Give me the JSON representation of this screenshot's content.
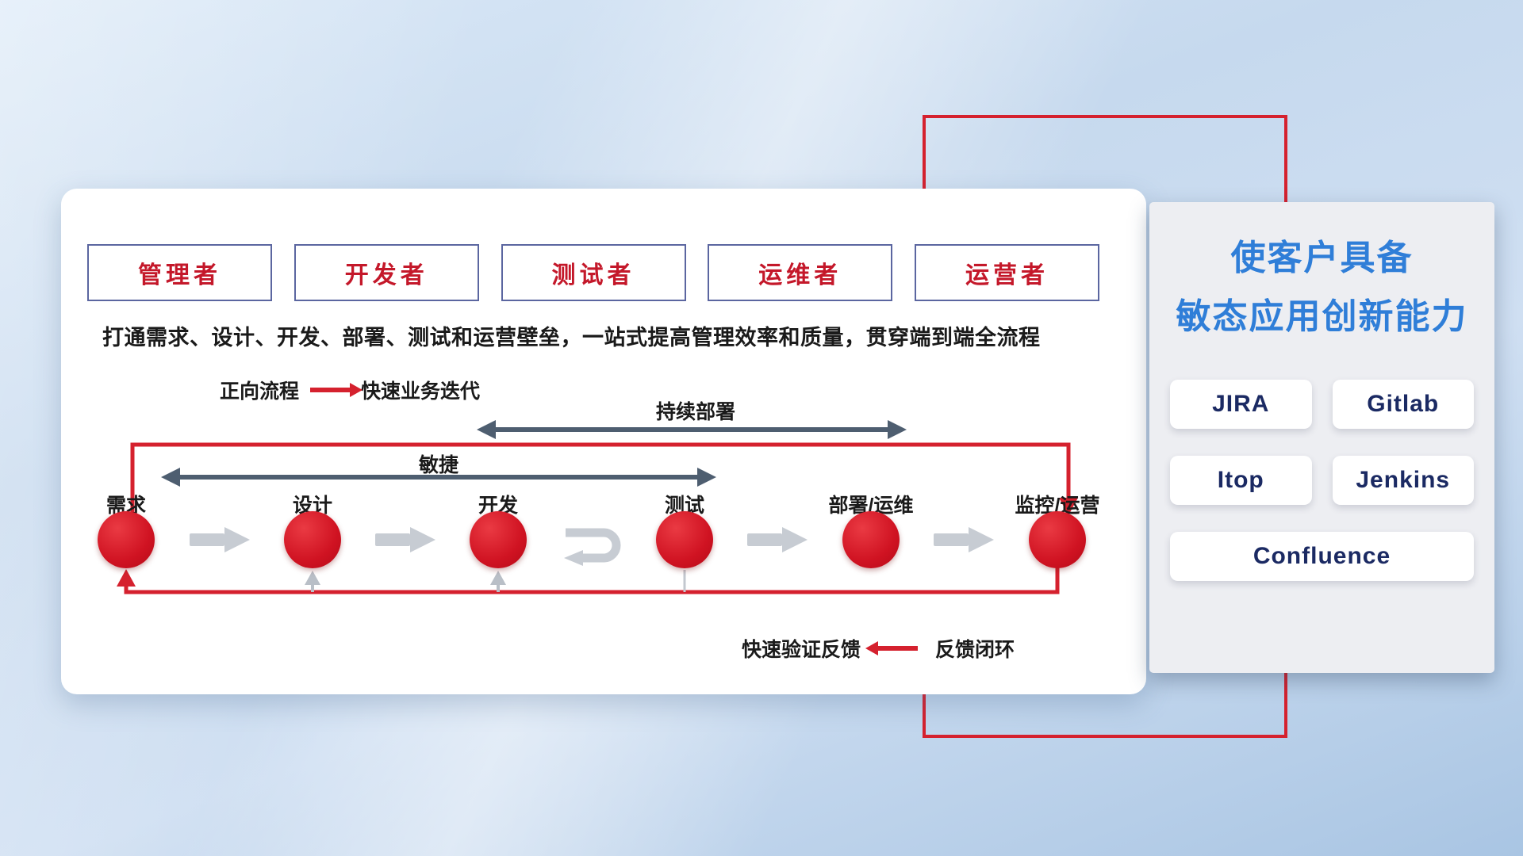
{
  "card": {
    "roles": [
      "管理者",
      "开发者",
      "测试者",
      "运维者",
      "运营者"
    ],
    "description": "打通需求、设计、开发、部署、测试和运营壁垒，一站式提高管理效率和质量，贯穿端到端全流程",
    "forward_legend": {
      "label": "正向流程",
      "value": "快速业务迭代"
    },
    "feedback_legend": {
      "label": "快速验证反馈",
      "value": "反馈闭环"
    },
    "agile_label": "敏捷",
    "cd_label": "持续部署",
    "stages": [
      "需求",
      "设计",
      "开发",
      "测试",
      "部署/运维",
      "监控/运营"
    ]
  },
  "panel": {
    "title_line1": "使客户具备",
    "title_line2": "敏态应用创新能力",
    "tools": [
      "JIRA",
      "Gitlab",
      "Itop",
      "Jenkins",
      "Confluence"
    ]
  },
  "colors": {
    "accent_red": "#d5212e",
    "title_blue": "#2f7ed8",
    "tool_navy": "#1b2a63",
    "role_red": "#c4182a"
  }
}
